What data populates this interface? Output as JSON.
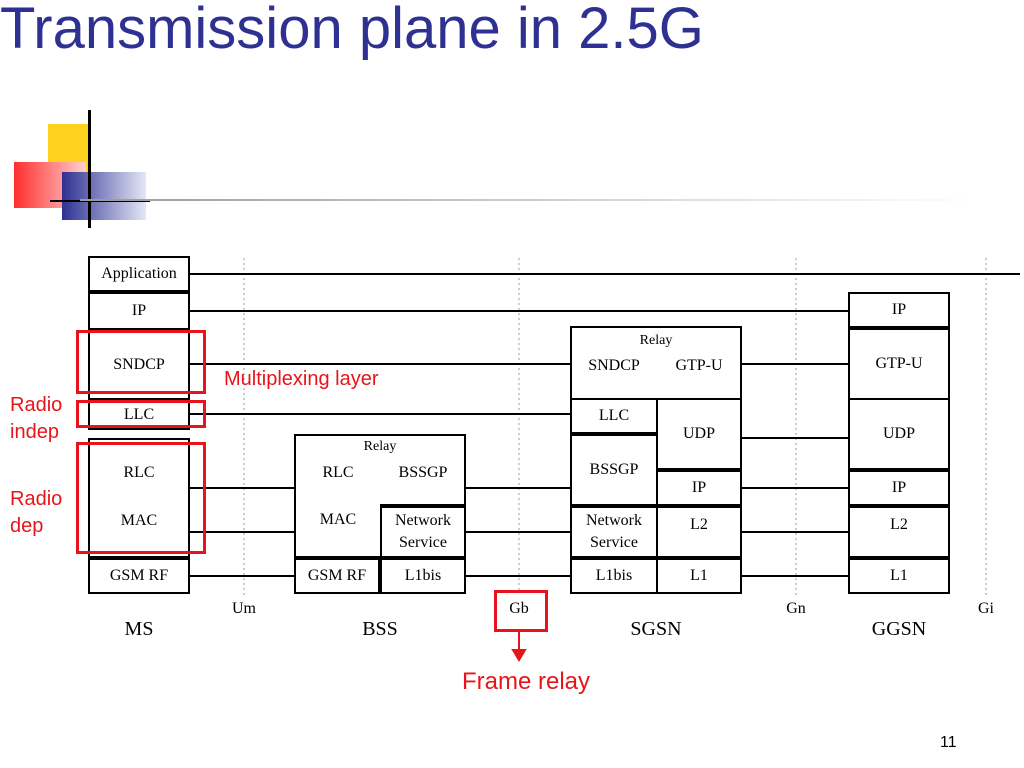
{
  "slide": {
    "title": "Transmission plane in 2.5G",
    "page_number": "11"
  },
  "colors": {
    "title": "#2e3192",
    "highlight": "#e8141b",
    "deco_yellow": "#ffd21e",
    "deco_blue": "#2e3192",
    "deco_red": "#ff3a3a"
  },
  "nodes": {
    "ms": "MS",
    "bss": "BSS",
    "sgsn": "SGSN",
    "ggsn": "GGSN"
  },
  "interfaces": {
    "um": "Um",
    "gb": "Gb",
    "gn": "Gn",
    "gi": "Gi"
  },
  "ms_stack": {
    "application": "Application",
    "ip": "IP",
    "sndcp": "SNDCP",
    "llc": "LLC",
    "rlc": "RLC",
    "mac": "MAC",
    "gsm_rf": "GSM RF"
  },
  "bss_stack": {
    "relay": "Relay",
    "rlc": "RLC",
    "bssgp": "BSSGP",
    "mac": "MAC",
    "network_service": "Network Service",
    "gsm_rf": "GSM RF",
    "l1bis": "L1bis"
  },
  "sgsn_stack": {
    "relay": "Relay",
    "sndcp": "SNDCP",
    "gtp_u": "GTP-U",
    "llc": "LLC",
    "udp": "UDP",
    "bssgp": "BSSGP",
    "ip": "IP",
    "network_service": "Network Service",
    "l2": "L2",
    "l1bis": "L1bis",
    "l1": "L1"
  },
  "ggsn_stack": {
    "ip": "IP",
    "gtp_u": "GTP-U",
    "udp": "UDP",
    "ip2": "IP",
    "l2": "L2",
    "l1": "L1"
  },
  "annotations": {
    "multiplexing_layer": "Multiplexing layer",
    "radio_indep": "Radio indep",
    "radio_dep": "Radio dep",
    "frame_relay": "Frame relay"
  }
}
